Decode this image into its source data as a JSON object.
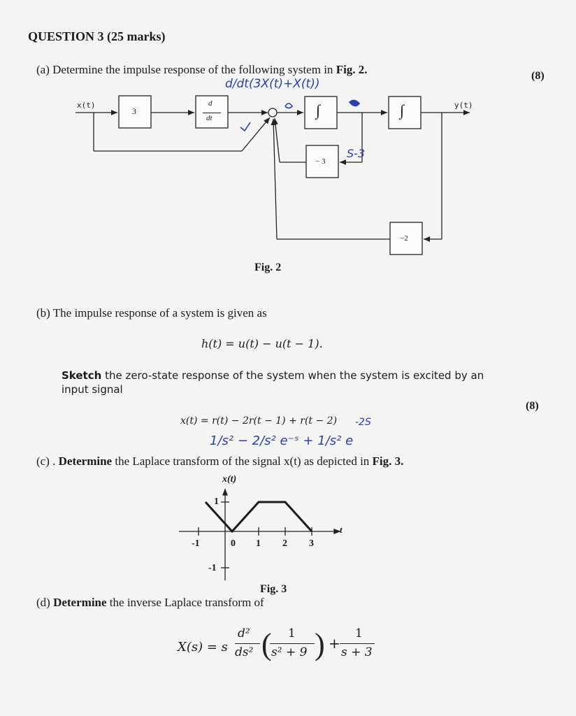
{
  "header": {
    "title": "QUESTION 3 (25 marks)"
  },
  "part_a": {
    "prompt_prefix": "(a) Determine the impulse response of the following system in ",
    "prompt_ref": "Fig. 2.",
    "marks": "(8)",
    "annotation": "d/dt(3X(t)+X(t))",
    "fig": {
      "input": "x(t)",
      "output": "y(t)",
      "gain1": "3",
      "diff_num": "d",
      "diff_den": "dt",
      "int1": "∫",
      "int2": "∫",
      "fb1": "− 3",
      "fb2": "−2",
      "note_fb": "S-3",
      "caption": "Fig. 2"
    }
  },
  "part_b": {
    "intro": "(b) The impulse response of a system is given as",
    "equation": "h(t) = u(t) − u(t − 1).",
    "bold": "Sketch",
    "text": " the zero-state response of the system when the system is excited by an",
    "text2": "input signal",
    "marks": "(8)",
    "input_eq": "x(t) = r(t) − 2r(t − 1) + r(t − 2)",
    "annotation1": "-2S",
    "annotation2": "1/s² − 2/s² e⁻ˢ + 1/s² e"
  },
  "part_c": {
    "prefix": "(c) . ",
    "bold": "Determine",
    "text": " the Laplace transform of the signal x(t) as depicted in ",
    "ref": "Fig. 3.",
    "fig": {
      "ylabel": "x(t)",
      "xlabel": "t",
      "yticks": [
        "1",
        "-1"
      ],
      "xticks": [
        "-1",
        "0",
        "1",
        "2",
        "3"
      ],
      "caption": "Fig. 3"
    }
  },
  "part_d": {
    "prefix": "(d) ",
    "bold": "Determine",
    "text": " the inverse Laplace transform of",
    "eq_lhs": "X(s) = s",
    "d2_num": "d²",
    "d2_den": "ds²",
    "frac1_num": "1",
    "frac1_den": "s² + 9",
    "plus": "+",
    "frac2_num": "1",
    "frac2_den": "s + 3"
  }
}
